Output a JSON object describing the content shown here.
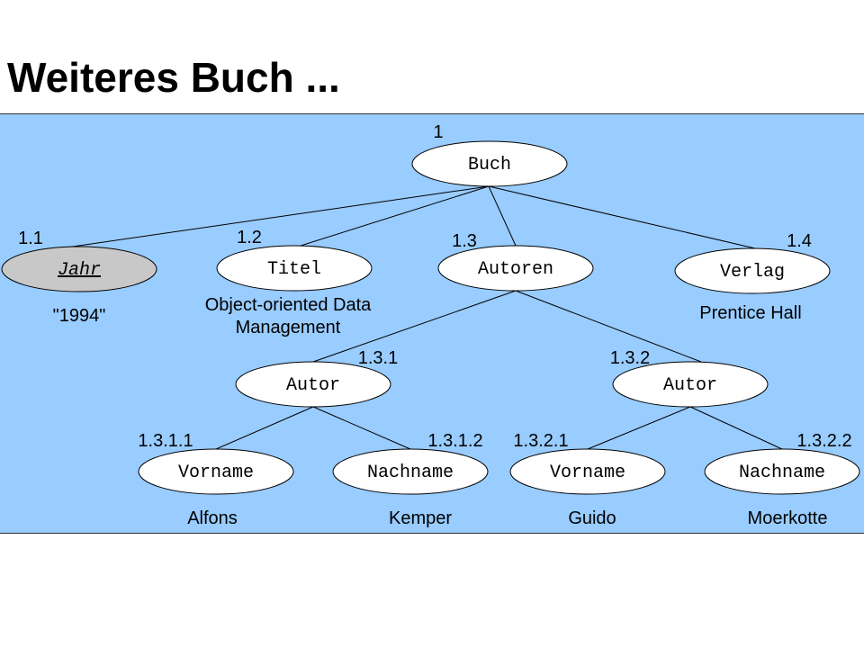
{
  "slide": {
    "title": "Weiteres Buch ..."
  },
  "tree": {
    "nodes": [
      {
        "key": "buch",
        "id": "1",
        "label": "Buch",
        "kind": "element"
      },
      {
        "key": "jahr",
        "id": "1.1",
        "label": "Jahr",
        "kind": "attribute",
        "value": [
          "\"1994\""
        ]
      },
      {
        "key": "titel",
        "id": "1.2",
        "label": "Titel",
        "kind": "element",
        "value": [
          "Object-oriented Data",
          "Management"
        ]
      },
      {
        "key": "autoren",
        "id": "1.3",
        "label": "Autoren",
        "kind": "element"
      },
      {
        "key": "verlag",
        "id": "1.4",
        "label": "Verlag",
        "kind": "element",
        "value": [
          "Prentice Hall"
        ]
      },
      {
        "key": "autor1",
        "id": "1.3.1",
        "label": "Autor",
        "kind": "element"
      },
      {
        "key": "autor2",
        "id": "1.3.2",
        "label": "Autor",
        "kind": "element"
      },
      {
        "key": "vorname1",
        "id": "1.3.1.1",
        "label": "Vorname",
        "kind": "element",
        "value": [
          "Alfons"
        ]
      },
      {
        "key": "nachname1",
        "id": "1.3.1.2",
        "label": "Nachname",
        "kind": "element",
        "value": [
          "Kemper"
        ]
      },
      {
        "key": "vorname2",
        "id": "1.3.2.1",
        "label": "Vorname",
        "kind": "element",
        "value": [
          "Guido"
        ]
      },
      {
        "key": "nachname2",
        "id": "1.3.2.2",
        "label": "Nachname",
        "kind": "element",
        "value": [
          "Moerkotte"
        ]
      }
    ],
    "edges": [
      {
        "from": "buch",
        "to": "jahr"
      },
      {
        "from": "buch",
        "to": "titel"
      },
      {
        "from": "buch",
        "to": "autoren"
      },
      {
        "from": "buch",
        "to": "verlag"
      },
      {
        "from": "autoren",
        "to": "autor1"
      },
      {
        "from": "autoren",
        "to": "autor2"
      },
      {
        "from": "autor1",
        "to": "vorname1"
      },
      {
        "from": "autor1",
        "to": "nachname1"
      },
      {
        "from": "autor2",
        "to": "vorname2"
      },
      {
        "from": "autor2",
        "to": "nachname2"
      }
    ]
  },
  "colors": {
    "panel_background": "#99ccff",
    "node_fill": "#ffffff",
    "attribute_fill": "#c8c8c8",
    "stroke": "#000000"
  }
}
